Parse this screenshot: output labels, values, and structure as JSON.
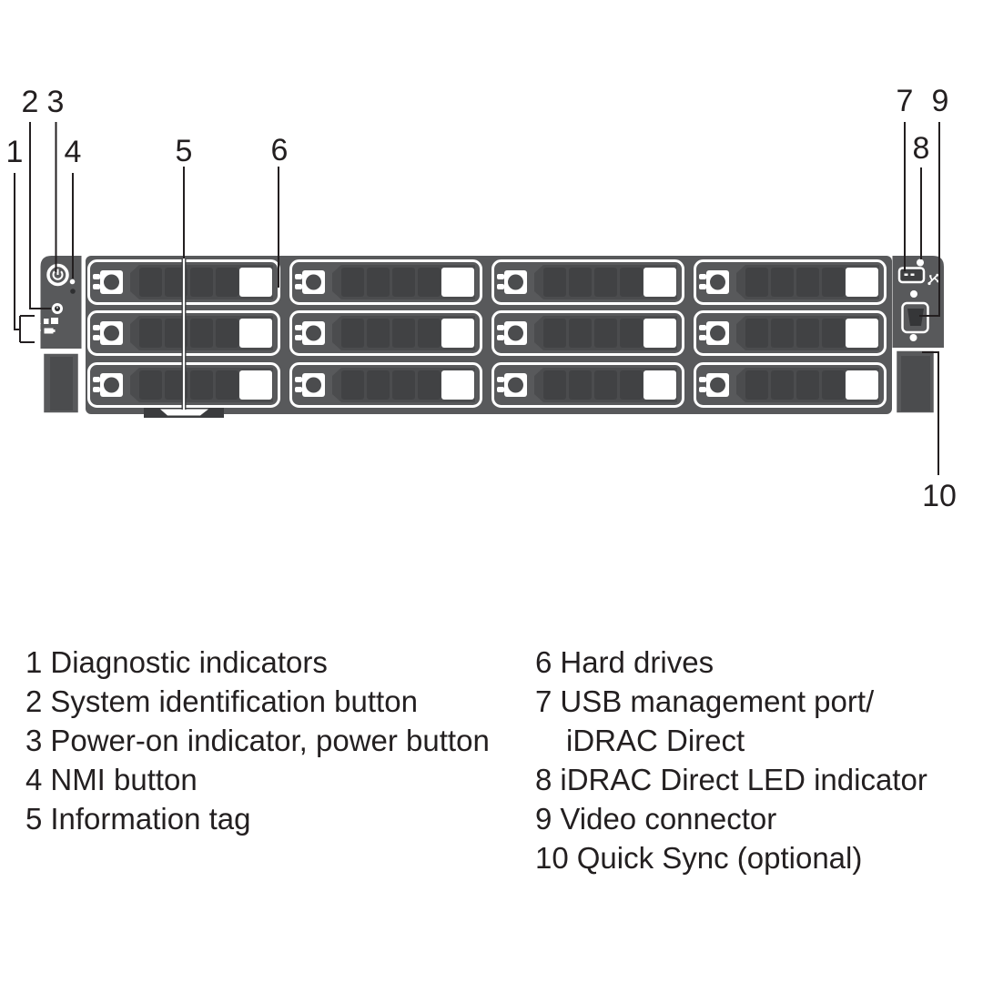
{
  "callouts": [
    "1",
    "2",
    "3",
    "4",
    "5",
    "6",
    "7",
    "8",
    "9",
    "10"
  ],
  "legend": {
    "left": [
      {
        "num": "1",
        "label": "Diagnostic indicators"
      },
      {
        "num": "2",
        "label": "System identification button"
      },
      {
        "num": "3",
        "label": "Power-on indicator, power button"
      },
      {
        "num": "4",
        "label": "NMI button"
      },
      {
        "num": "5",
        "label": "Information tag"
      }
    ],
    "right": [
      {
        "num": "6",
        "label": "Hard drives"
      },
      {
        "num": "7",
        "label": "USB management port/",
        "label_cont": "iDRAC Direct"
      },
      {
        "num": "8",
        "label": "iDRAC Direct LED indicator"
      },
      {
        "num": "9",
        "label": "Video connector"
      },
      {
        "num": "10",
        "label": "Quick Sync (optional)"
      }
    ]
  },
  "colors": {
    "chassis_gray": "#58595B",
    "drive_face_gray": "#4B4C4E",
    "drive_slot_gray": "#414244",
    "tag_dark": "#3B3C3E",
    "ink": "#231F20",
    "white": "#FFFFFF"
  }
}
